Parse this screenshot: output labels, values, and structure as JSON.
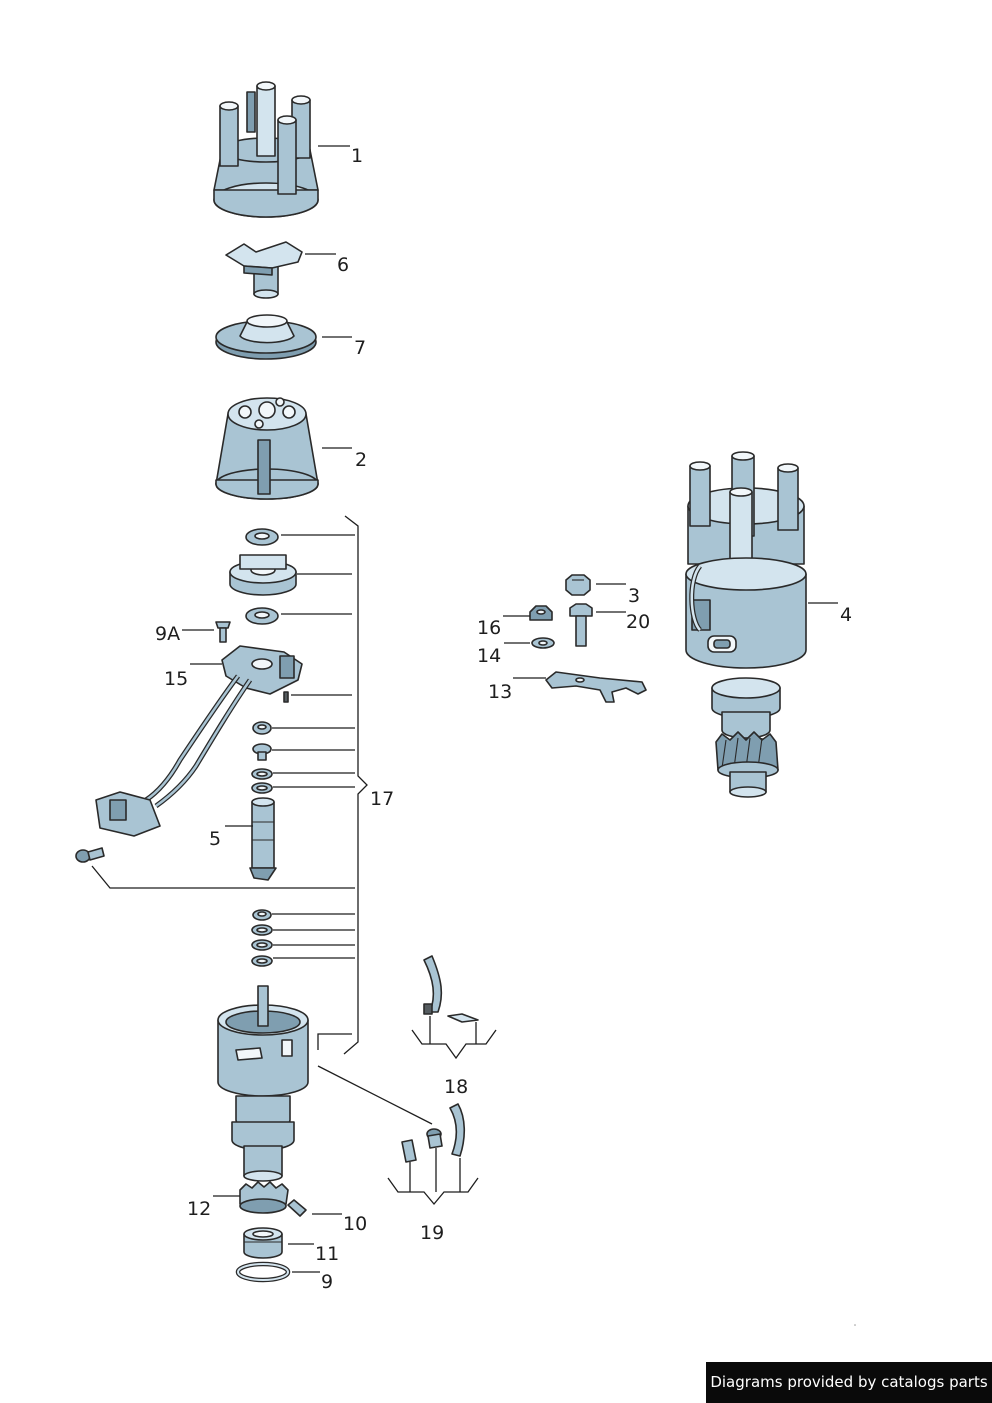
{
  "labels": {
    "p1": "1",
    "p6": "6",
    "p7": "7",
    "p2": "2",
    "p9a": "9A",
    "p15": "15",
    "p17": "17",
    "p5": "5",
    "p3": "3",
    "p20": "20",
    "p16": "16",
    "p14": "14",
    "p13": "13",
    "p4": "4",
    "p18": "18",
    "p19": "19",
    "p12": "12",
    "p10": "10",
    "p11": "11",
    "p9": "9"
  },
  "watermark": "Diagrams provided by catalogs parts",
  "colors": {
    "part_fill": "#a9c4d3",
    "part_light": "#d3e4ee",
    "part_dark": "#7f9eb0",
    "outline": "#2a2a2a"
  }
}
